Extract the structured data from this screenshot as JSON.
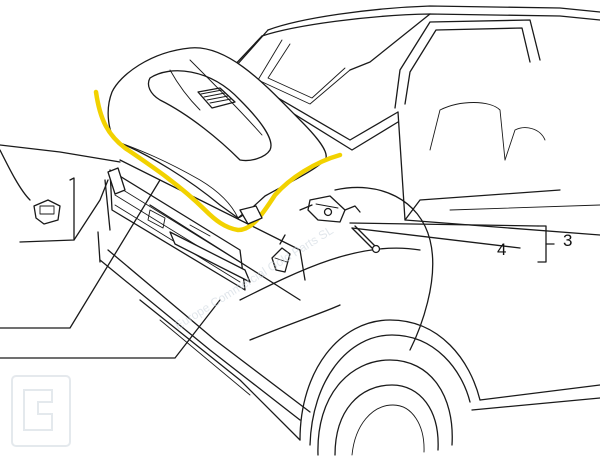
{
  "diagram": {
    "callouts": [
      {
        "id": "callout-4",
        "label": "4"
      },
      {
        "id": "callout-3",
        "label": "3"
      }
    ],
    "watermark": {
      "text": "Europe Commercial Gold Parts SL",
      "icon": "watermark-logo-icon"
    },
    "highlight_color": "#f2d200",
    "line_color": "#1a1a1a",
    "background": "#ffffff"
  }
}
